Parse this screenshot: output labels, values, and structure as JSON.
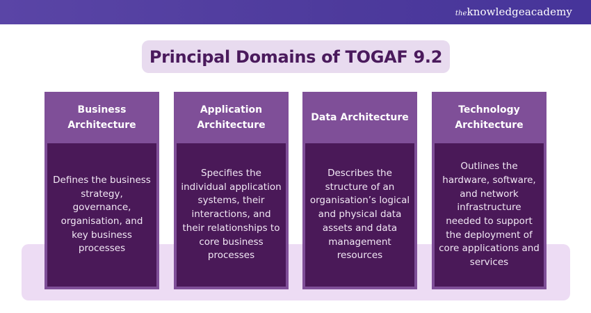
{
  "header": {
    "brand_prefix": "the",
    "brand_name": "knowledgeacademy"
  },
  "title": "Principal Domains of TOGAF 9.2",
  "colors": {
    "header_bar": "#5a45a6",
    "title_pill": "#e8dbef",
    "title_text": "#4a1a5c",
    "card_header": "#7f4f98",
    "card_body": "#4a1958",
    "band": "#eddcf4"
  },
  "domains": [
    {
      "title": "Business Architecture",
      "description": "Defines the business strategy, governance, organisation, and key business processes"
    },
    {
      "title": "Application Architecture",
      "description": "Specifies the individual application systems, their interactions, and their relationships to core business processes"
    },
    {
      "title": "Data Architecture",
      "description": "Describes the structure of an organisation’s logical and physical data assets and data management resources"
    },
    {
      "title": "Technology Architecture",
      "description": "Outlines the hardware, software, and network infrastructure needed to support the deployment of core applications and services"
    }
  ]
}
